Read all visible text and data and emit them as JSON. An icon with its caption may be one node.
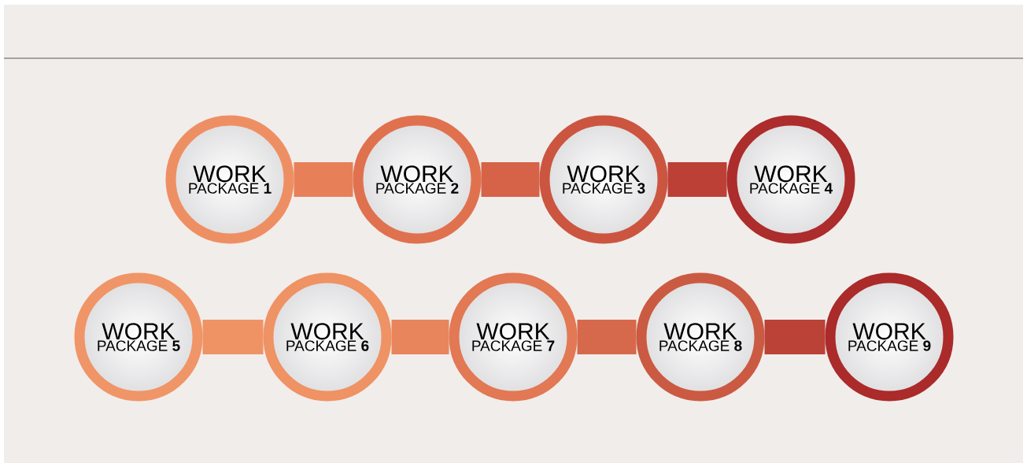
{
  "diagram": {
    "nodes": [
      {
        "text": [
          "WORK",
          "PACKAGE **1**"
        ]
      },
      {
        "text": [
          "WORK",
          "PACKAGE **2**"
        ]
      },
      {
        "text": [
          "WORK",
          "PACKAGE **3**"
        ]
      },
      {
        "text": [
          "WORK",
          "PACKAGE **4**"
        ]
      },
      {
        "text": [
          "WORK",
          "PACKAGE **5**"
        ]
      },
      {
        "text": [
          "WORK",
          "PACKAGE **6**"
        ]
      },
      {
        "text": [
          "WORK",
          "PACKAGE **7**"
        ]
      },
      {
        "text": [
          "WORK",
          "PACKAGE **8**"
        ]
      },
      {
        "text": [
          "WORK",
          "PACKAGE **9**"
        ]
      }
    ],
    "edges": [
      {
        "from": 0,
        "to": 1,
        "arrow": "none"
      },
      {
        "from": 1,
        "to": 2,
        "arrow": "none"
      },
      {
        "from": 2,
        "to": 3,
        "arrow": "none"
      },
      {
        "from": 4,
        "to": 5,
        "arrow": "none"
      },
      {
        "from": 5,
        "to": 6,
        "arrow": "none"
      },
      {
        "from": 6,
        "to": 7,
        "arrow": "none"
      },
      {
        "from": 7,
        "to": 8,
        "arrow": "none"
      }
    ]
  }
}
